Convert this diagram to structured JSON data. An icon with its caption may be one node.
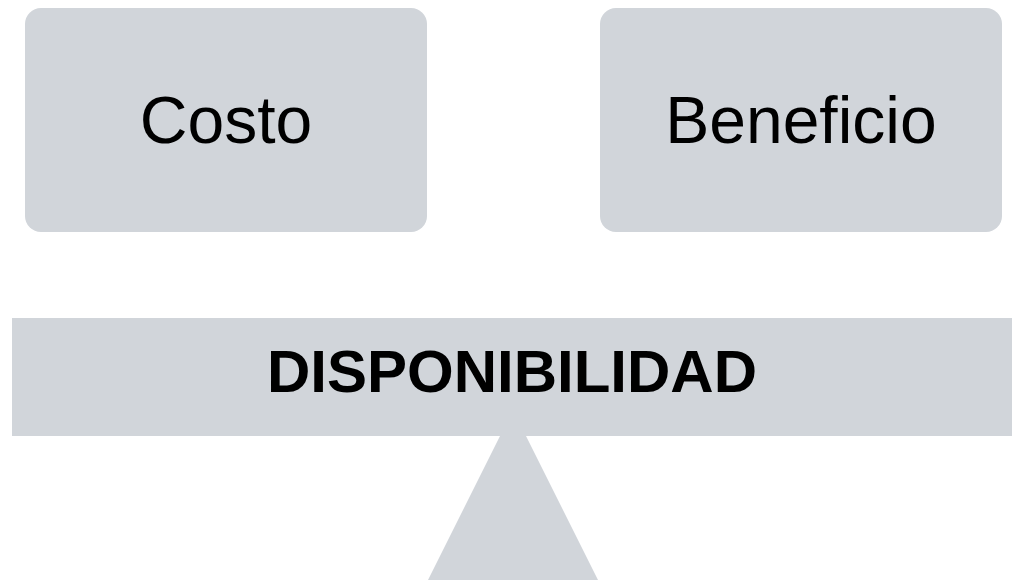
{
  "diagram": {
    "nodes": [
      {
        "text": [
          "Costo"
        ]
      },
      {
        "text": [
          "Beneficio"
        ]
      },
      {
        "text": [
          "DISPONIBILIDAD"
        ]
      },
      {
        "text": [],
        "shape": "triangle"
      }
    ]
  }
}
